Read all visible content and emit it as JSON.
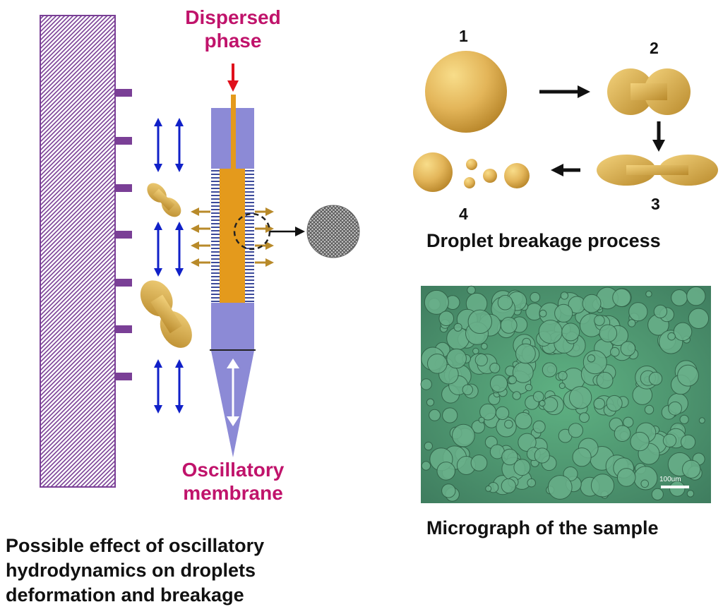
{
  "labels": {
    "dispersed_phase": [
      "Dispersed",
      "phase"
    ],
    "oscillatory_membrane": [
      "Oscillatory",
      "membrane"
    ],
    "left_caption": [
      "Possible effect of oscillatory",
      "hydrodynamics on droplets",
      "deformation and breakage"
    ],
    "breakage_caption": "Droplet breakage process",
    "micrograph_caption": "Micrograph of the sample",
    "scale_bar": "100um"
  },
  "steps": [
    "1",
    "2",
    "3",
    "4"
  ],
  "colors": {
    "wall": "#7a3f96",
    "membrane": "#8c8ad6",
    "dispersed": "#e49a1c",
    "droplet_light": "#f1cf72",
    "droplet_dark": "#b98a2c",
    "flow_arrow": "#1020c8",
    "inlet_arrow": "#e0101c",
    "emission_arrow": "#b88a2a",
    "micrograph_bg": "#4f9e72",
    "text_magenta": "#c0136b"
  },
  "icons": [
    "droplet",
    "membrane-pore-zoom",
    "flow-arrow"
  ]
}
